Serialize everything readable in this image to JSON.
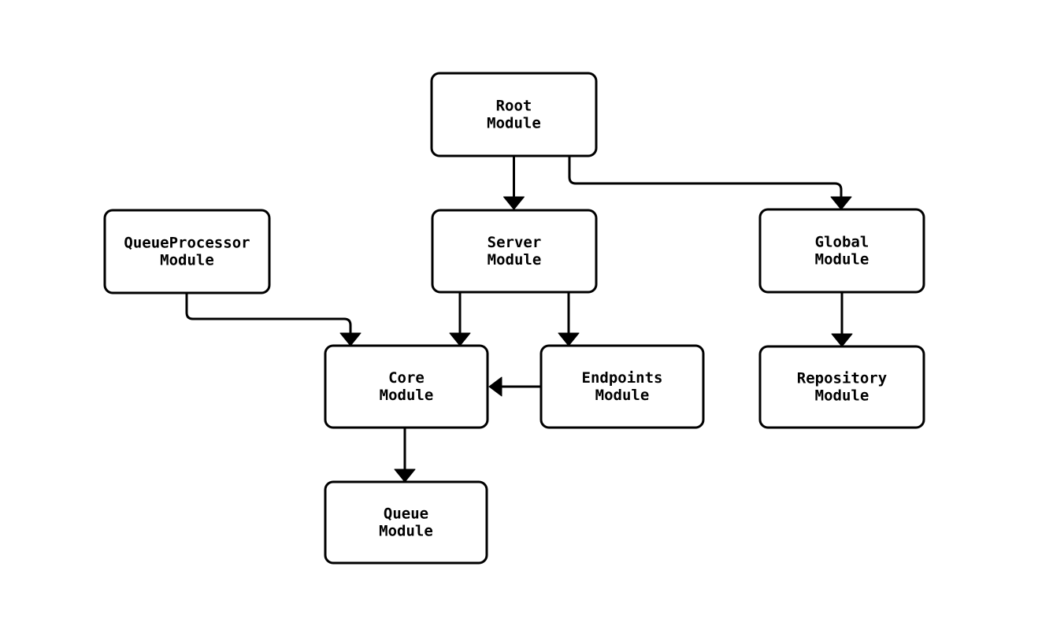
{
  "diagram": {
    "type": "module-dependency-graph",
    "colors": {
      "background": "#ffffff",
      "node_fill": "#ffffff",
      "stroke": "#000000",
      "text": "#000000"
    },
    "nodes": [
      {
        "id": "root",
        "label": "Root Module",
        "line1": "Root",
        "line2": "Module"
      },
      {
        "id": "queueprocessor",
        "label": "QueueProcessor Module",
        "line1": "QueueProcessor",
        "line2": "Module"
      },
      {
        "id": "server",
        "label": "Server Module",
        "line1": "Server",
        "line2": "Module"
      },
      {
        "id": "global",
        "label": "Global Module",
        "line1": "Global",
        "line2": "Module"
      },
      {
        "id": "core",
        "label": "Core Module",
        "line1": "Core",
        "line2": "Module"
      },
      {
        "id": "endpoints",
        "label": "Endpoints Module",
        "line1": "Endpoints",
        "line2": "Module"
      },
      {
        "id": "repository",
        "label": "Repository Module",
        "line1": "Repository",
        "line2": "Module"
      },
      {
        "id": "queue",
        "label": "Queue Module",
        "line1": "Queue",
        "line2": "Module"
      }
    ],
    "edges": [
      {
        "from": "root",
        "to": "server"
      },
      {
        "from": "root",
        "to": "global"
      },
      {
        "from": "queueprocessor",
        "to": "core"
      },
      {
        "from": "server",
        "to": "core"
      },
      {
        "from": "server",
        "to": "endpoints"
      },
      {
        "from": "endpoints",
        "to": "core"
      },
      {
        "from": "global",
        "to": "repository"
      },
      {
        "from": "core",
        "to": "queue"
      }
    ]
  }
}
